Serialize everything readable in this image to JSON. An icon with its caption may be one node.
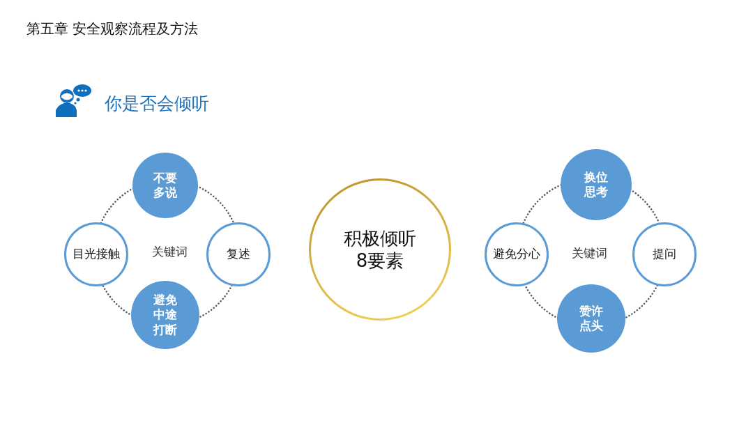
{
  "diagram": {
    "title": "第五章 安全观察流程及方法",
    "nodes": [
      {
        "text": [
          "不要多说"
        ]
      },
      {
        "text": [
          "目光接触"
        ]
      },
      {
        "text": [
          "复述"
        ]
      },
      {
        "text": [
          "避免中途打断"
        ]
      },
      {
        "text": [
          "积极倾听8要素"
        ]
      },
      {
        "text": [
          "换位思考"
        ]
      },
      {
        "text": [
          "避免分心"
        ]
      },
      {
        "text": [
          "提问"
        ]
      },
      {
        "text": [
          "赞许点头"
        ]
      }
    ],
    "edges": [
      {
        "from": 0,
        "to": 2,
        "arrow": "none",
        "style": "dashed"
      },
      {
        "from": 2,
        "to": 3,
        "arrow": "none",
        "style": "dashed"
      },
      {
        "from": 3,
        "to": 1,
        "arrow": "none",
        "style": "dashed"
      },
      {
        "from": 1,
        "to": 0,
        "arrow": "none",
        "style": "dashed"
      },
      {
        "from": 5,
        "to": 7,
        "arrow": "none",
        "style": "dashed"
      },
      {
        "from": 7,
        "to": 8,
        "arrow": "none",
        "style": "dashed"
      },
      {
        "from": 8,
        "to": 6,
        "arrow": "none",
        "style": "dashed"
      },
      {
        "from": 6,
        "to": 5,
        "arrow": "none",
        "style": "dashed"
      }
    ],
    "labels": [
      "你是否会倾听",
      "关键词",
      "关键词"
    ]
  }
}
